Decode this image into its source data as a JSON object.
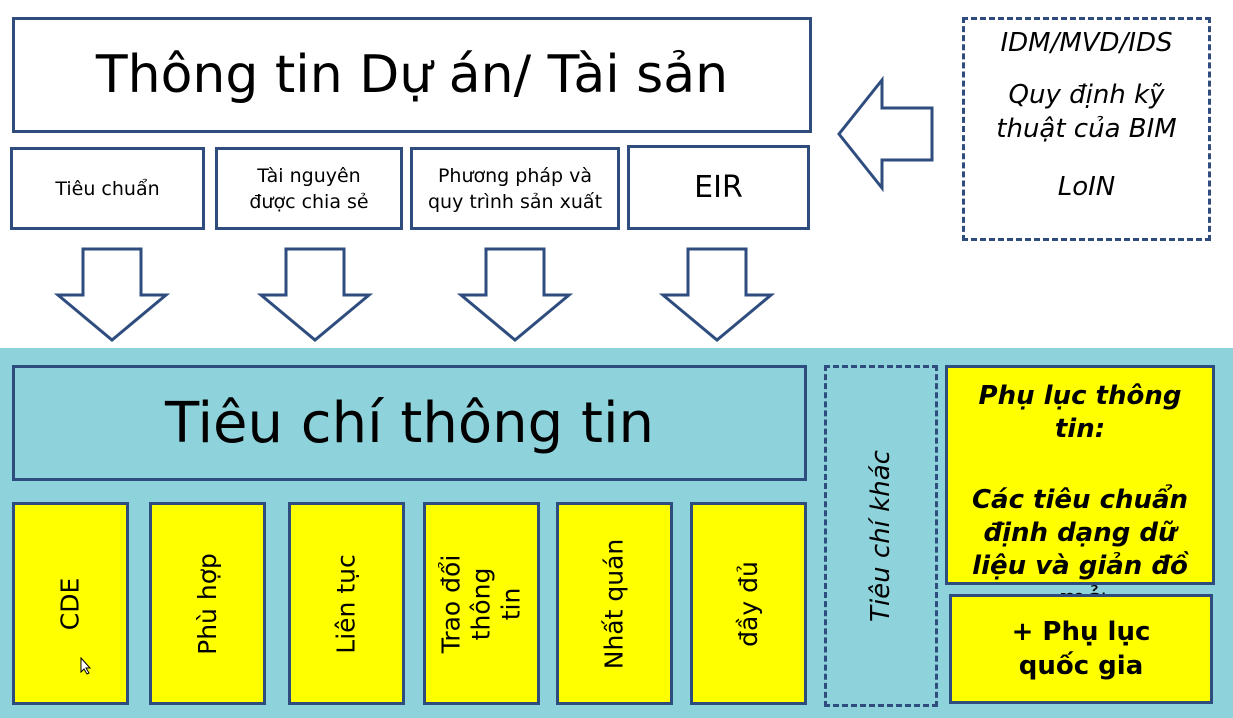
{
  "top": {
    "title": "Thông tin Dự án/ Tài sản",
    "categories": [
      "Tiêu chuẩn",
      "Tài nguyên được chia sẻ",
      "Phương pháp và quy trình sản xuất",
      "EIR"
    ]
  },
  "side_note": {
    "line1": "IDM/MVD/IDS",
    "line2": "Quy định kỹ thuật của BIM",
    "line3": "LoIN"
  },
  "bottom": {
    "title": "Tiêu chí thông tin",
    "criteria": [
      "CDE",
      "Phù hợp",
      "Liên tục",
      "Trao đổi thông tin",
      "Nhất quán",
      "đầy đủ"
    ],
    "other": "Tiêu chí khác"
  },
  "annex": {
    "title": "Phụ lục thông tin:",
    "body": "Các tiêu chuẩn định dạng dữ liệu và giản đồ mở",
    "national": "+ Phụ lục quốc gia"
  },
  "colors": {
    "border": "#2e4c7e",
    "teal": "#8ed3dc",
    "yellow": "#ffff00"
  }
}
